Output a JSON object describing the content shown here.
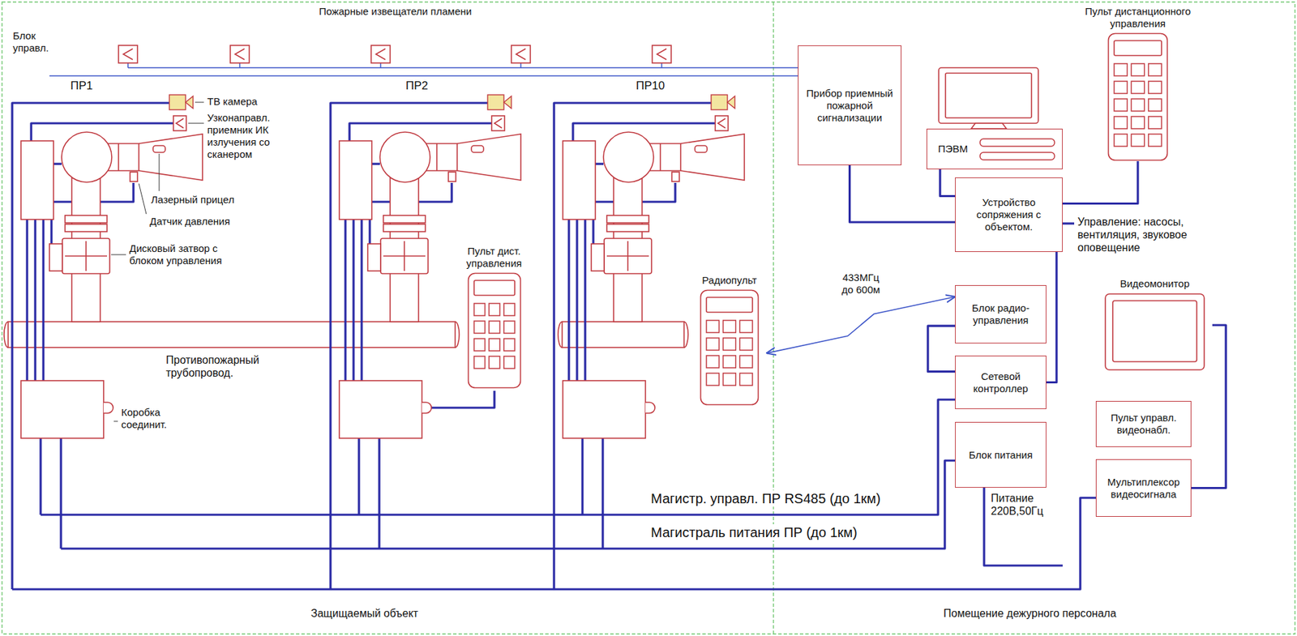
{
  "diagram": {
    "nodes": [
      {
        "text": [
          "Прибор приемный пожарной сигнализации"
        ]
      },
      {
        "text": [
          "ПЭВМ"
        ]
      },
      {
        "text": [
          "Пульт дистанционного управления"
        ]
      },
      {
        "text": [
          "Устройство сопряжения с объектом."
        ]
      },
      {
        "text": [
          "Пульт дист. управления"
        ]
      },
      {
        "text": [
          "Радиопульт"
        ]
      },
      {
        "text": [
          "Блок радио- управления"
        ]
      },
      {
        "text": [
          "Видеомонитор"
        ]
      },
      {
        "text": [
          "Сетевой контроллер"
        ]
      },
      {
        "text": [
          "Пульт управл. видеонабл."
        ]
      },
      {
        "text": [
          "Блок питания"
        ]
      },
      {
        "text": [
          "Мультиплексор видеосигнала"
        ]
      }
    ],
    "edges": [
      {
        "from": 0,
        "to": 3,
        "arrow": "none"
      },
      {
        "from": 1,
        "to": 3,
        "arrow": "none"
      },
      {
        "from": 2,
        "to": 3,
        "arrow": "none"
      },
      {
        "from": 3,
        "to": 8,
        "arrow": "none"
      },
      {
        "from": 5,
        "to": 6,
        "label": "433МГц до 600м",
        "arrow": "both"
      },
      {
        "from": 6,
        "to": 8,
        "arrow": "none"
      },
      {
        "from": 11,
        "to": 7,
        "arrow": "none"
      }
    ],
    "labels": [
      "Пожарные извещатели пламени",
      "Блок управл.",
      "ПР1",
      "ТВ камера",
      "ПР2",
      "ПР10",
      "Узконаправл. приемник ИК излучения со сканером",
      "Лазерный прицел",
      "Датчик давления",
      "Дисковый затвор с блоком управления",
      "Противопожарный трубопровод.",
      "Коробка соединит.",
      "Управление: насосы, вентиляция, звуковое оповещение",
      "Магистр. управл. ПР RS485 (до 1км)",
      "Магистраль питания ПР (до 1км)",
      "Питание 220В,50Гц",
      "Защищаемый объект",
      "Помещение дежурного персонала"
    ]
  }
}
